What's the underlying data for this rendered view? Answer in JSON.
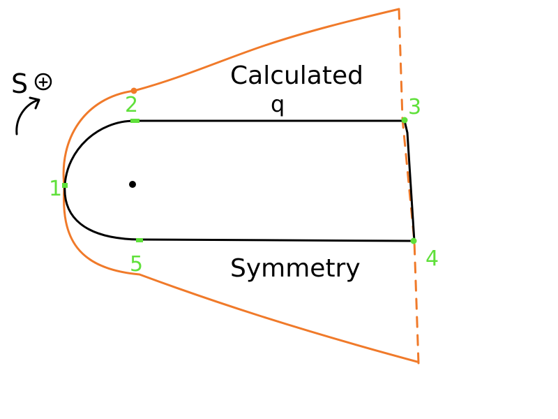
{
  "labels": {
    "source_letter": "S",
    "source_symbol": "+",
    "top_text": "Calculated",
    "top_subtext": "q",
    "bottom_text": "Symmetry"
  },
  "points": [
    {
      "name": "point-1",
      "label": "1"
    },
    {
      "name": "point-2",
      "label": "2"
    },
    {
      "name": "point-3",
      "label": "3"
    },
    {
      "name": "point-4",
      "label": "4"
    },
    {
      "name": "point-5",
      "label": "5"
    }
  ],
  "colors": {
    "boundary": "#f07a2a",
    "body": "#000000",
    "points": "#5fe03a"
  }
}
